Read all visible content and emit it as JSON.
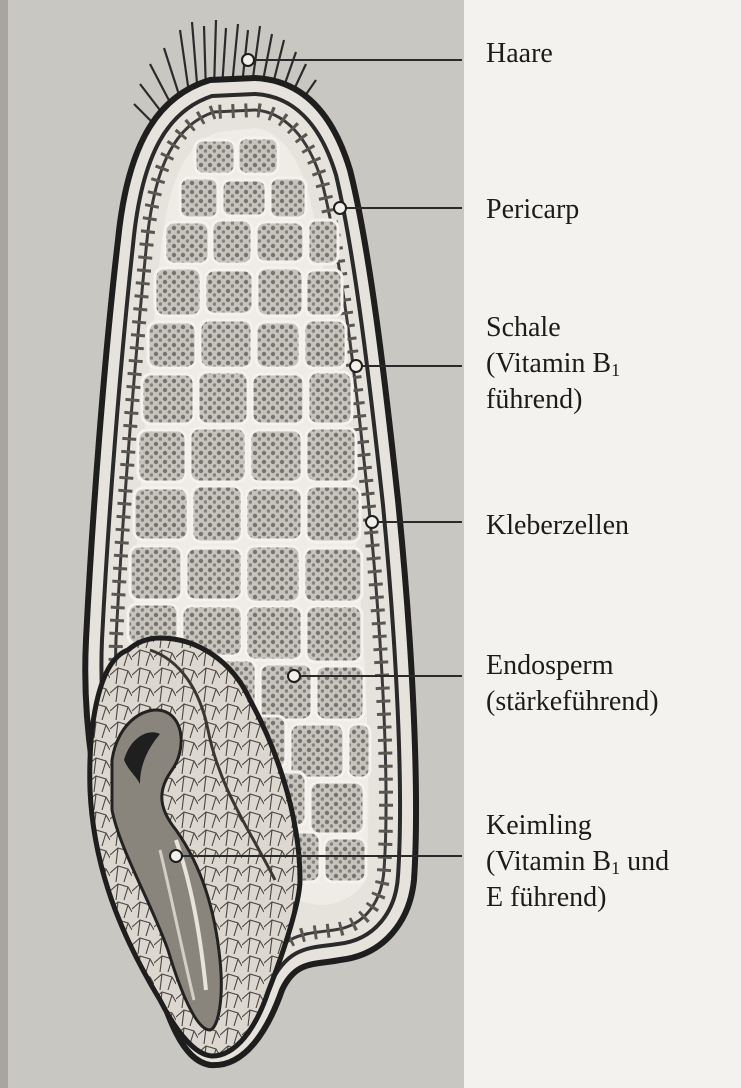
{
  "diagram": {
    "labels": [
      {
        "id": "haare",
        "lines": [
          "Haare"
        ]
      },
      {
        "id": "pericarp",
        "lines": [
          "Pericarp"
        ]
      },
      {
        "id": "schale",
        "lines": [
          "Schale",
          "(Vitamin B",
          "führend)"
        ],
        "sub": {
          "line": 1,
          "text": "1"
        }
      },
      {
        "id": "kleberzellen",
        "lines": [
          "Kleberzellen"
        ]
      },
      {
        "id": "endosperm",
        "lines": [
          "Endosperm",
          "(stärkeführend)"
        ]
      },
      {
        "id": "keimling",
        "lines": [
          "Keimling",
          "(Vitamin B",
          " und",
          "E führend)"
        ],
        "sub": {
          "line": 1,
          "text": "1"
        }
      }
    ]
  },
  "colors": {
    "panel_bg": "#c9c7c2",
    "page_bg": "#f3f2ee",
    "outline": "#1e1e1e",
    "endosperm_fill": "#e6e3dc",
    "cell_fill": "#8d8a84",
    "germ_fill": "#d7d3cb"
  }
}
